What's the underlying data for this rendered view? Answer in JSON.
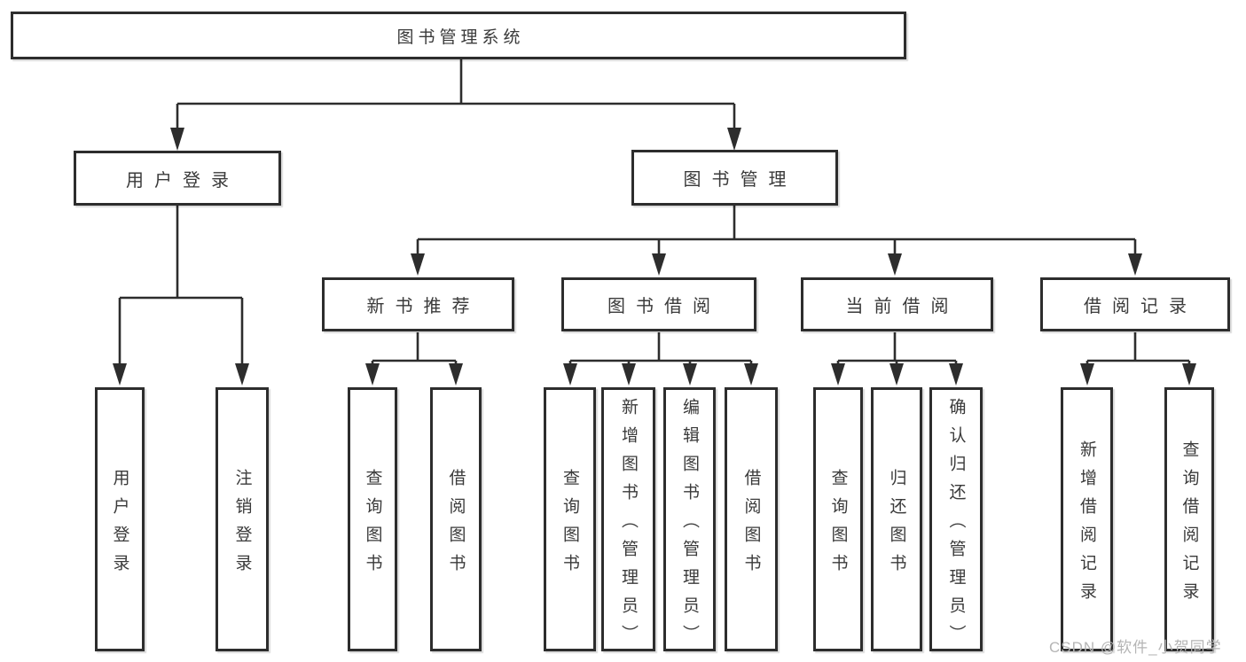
{
  "diagram": {
    "root": {
      "label": "图书管理系统"
    },
    "level2": [
      {
        "label": "用户登录"
      },
      {
        "label": "图书管理"
      }
    ],
    "level3": [
      {
        "label": "新书推荐"
      },
      {
        "label": "图书借阅"
      },
      {
        "label": "当前借阅"
      },
      {
        "label": "借阅记录"
      }
    ],
    "leaves": {
      "login": [
        "用户登录",
        "注销登录"
      ],
      "newbook": [
        "查询图书",
        "借阅图书"
      ],
      "borrow": [
        "查询图书",
        "新增图书（管理员）",
        "编辑图书（管理员）",
        "借阅图书"
      ],
      "current": [
        "查询图书",
        "归还图书",
        "确认归还（管理员）"
      ],
      "records": [
        "新增借阅记录",
        "查询借阅记录"
      ]
    },
    "colors": {
      "line": "#2d2d2d",
      "border": "#2d2d2d",
      "text": "#3a3a3a",
      "watermark": "#b5b5b5"
    },
    "watermark": "CSDN @软件_小贺同学"
  }
}
